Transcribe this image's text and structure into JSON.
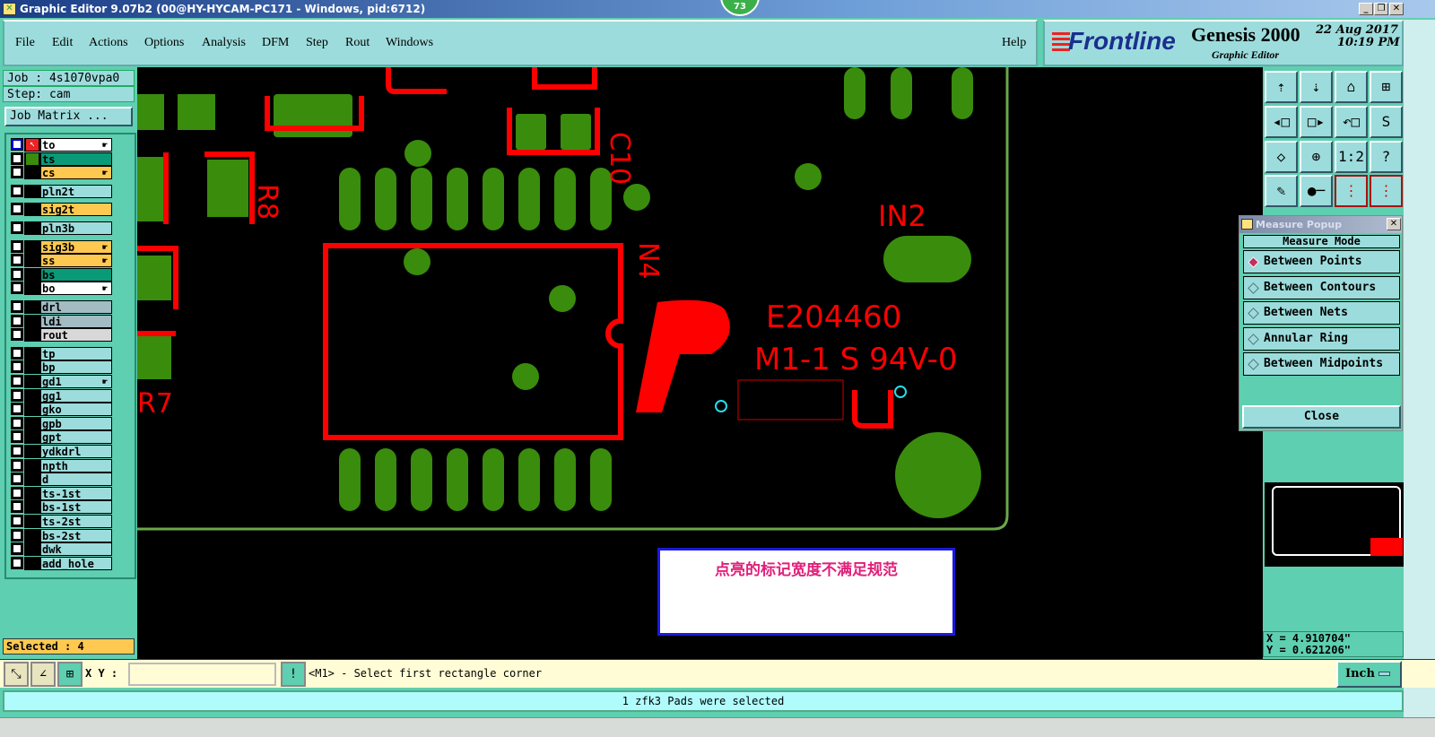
{
  "window": {
    "title": "Graphic Editor 9.07b2 (00@HY-HYCAM-PC171 - Windows, pid:6712)",
    "badge": "73",
    "minimize": "_",
    "restore": "❐",
    "close": "✕"
  },
  "menu": [
    "File",
    "Edit",
    "Actions",
    "Options",
    "Analysis",
    "DFM",
    "Step",
    "Rout",
    "Windows"
  ],
  "help": "Help",
  "brand": {
    "logo": "Frontline",
    "product": "Genesis 2000",
    "subtitle": "Graphic Editor",
    "date": "22 Aug 2017",
    "time": "10:19 PM"
  },
  "job": {
    "job_label": "Job : 4s1070vpa0",
    "step_label": "Step: cam",
    "matrix_button": "Job Matrix ..."
  },
  "layers": [
    {
      "name": "to",
      "color": "#ffffff",
      "hand": true,
      "group": 0
    },
    {
      "name": "ts",
      "color": "#0a9a78",
      "group": 0
    },
    {
      "name": "cs",
      "color": "#ffc850",
      "hand": true,
      "group": 0
    },
    {
      "name": "pln2t",
      "color": "#9ddcdc",
      "group": 1
    },
    {
      "name": "sig2t",
      "color": "#ffc850",
      "group": 2
    },
    {
      "name": "pln3b",
      "color": "#9ddcdc",
      "group": 3
    },
    {
      "name": "sig3b",
      "color": "#ffc850",
      "hand": true,
      "group": 4
    },
    {
      "name": "ss",
      "color": "#ffc850",
      "hand": true,
      "group": 4
    },
    {
      "name": "bs",
      "color": "#0a9a78",
      "group": 4
    },
    {
      "name": "bo",
      "color": "#ffffff",
      "hand": true,
      "group": 4
    },
    {
      "name": "drl",
      "color": "#a3bcc4",
      "group": 5
    },
    {
      "name": "ldi",
      "color": "#a3bcc4",
      "group": 5
    },
    {
      "name": "rout",
      "color": "#d8d8d8",
      "group": 5
    },
    {
      "name": "tp",
      "color": "#9ddcdc",
      "group": 6
    },
    {
      "name": "bp",
      "color": "#9ddcdc",
      "group": 6
    },
    {
      "name": "gd1",
      "color": "#9ddcdc",
      "hand": true,
      "group": 6
    },
    {
      "name": "gg1",
      "color": "#9ddcdc",
      "group": 6
    },
    {
      "name": "gko",
      "color": "#9ddcdc",
      "group": 6
    },
    {
      "name": "gpb",
      "color": "#9ddcdc",
      "group": 6
    },
    {
      "name": "gpt",
      "color": "#9ddcdc",
      "group": 6
    },
    {
      "name": "ydkdrl",
      "color": "#9ddcdc",
      "group": 6
    },
    {
      "name": "npth",
      "color": "#9ddcdc",
      "group": 6
    },
    {
      "name": "d",
      "color": "#9ddcdc",
      "group": 6
    },
    {
      "name": "ts-1st",
      "color": "#9ddcdc",
      "group": 6
    },
    {
      "name": "bs-1st",
      "color": "#9ddcdc",
      "group": 6
    },
    {
      "name": "ts-2st",
      "color": "#9ddcdc",
      "group": 6
    },
    {
      "name": "bs-2st",
      "color": "#9ddcdc",
      "group": 6
    },
    {
      "name": "dwk",
      "color": "#9ddcdc",
      "group": 6
    },
    {
      "name": "add_hole",
      "color": "#9ddcdc",
      "group": 6
    }
  ],
  "selected": "Selected : 4",
  "board": {
    "labels": {
      "c10": "C10",
      "r8": "R8",
      "r7": "R7",
      "n4": "N4",
      "in2": "IN2",
      "ul": "E204460",
      "rating": "M1-1 S 94V-0"
    },
    "annotation": "点亮的标记宽度不满足规范"
  },
  "toolbar_icons": [
    "page-up-icon",
    "page-down-icon",
    "home-icon",
    "grid-xy-icon",
    "pan-left-icon",
    "pan-right-icon",
    "undo-view-icon",
    "snake-icon",
    "zoom-fit-icon",
    "zoom-center-icon",
    "scale-1-2-icon",
    "help-icon",
    "tools-icon",
    "pad-icon",
    "net-red-icon",
    "net-black-icon"
  ],
  "toolbar_glyphs": [
    "⇡",
    "⇣",
    "⌂",
    "⊞",
    "◂□",
    "□▸",
    "↶□",
    "S",
    "◇",
    "⊕",
    "1:2",
    "?",
    "✎",
    "●─",
    "⋮",
    "⋮"
  ],
  "measure": {
    "title": "Measure Popup",
    "close_x": "✕",
    "header": "Measure Mode",
    "options": [
      "Between Points",
      "Between Contours",
      "Between Nets",
      "Annular Ring",
      "Between Midpoints"
    ],
    "selected": 0,
    "close": "Close"
  },
  "coords": {
    "x": "X = 4.910704\"",
    "y": "Y = 0.621206\""
  },
  "bottom": {
    "xy_label": "X Y :",
    "xy_value": "",
    "prompt": "<M1> - Select first rectangle corner",
    "unit": "Inch",
    "alert": "!"
  },
  "status": "1 zfk3 Pads were selected"
}
